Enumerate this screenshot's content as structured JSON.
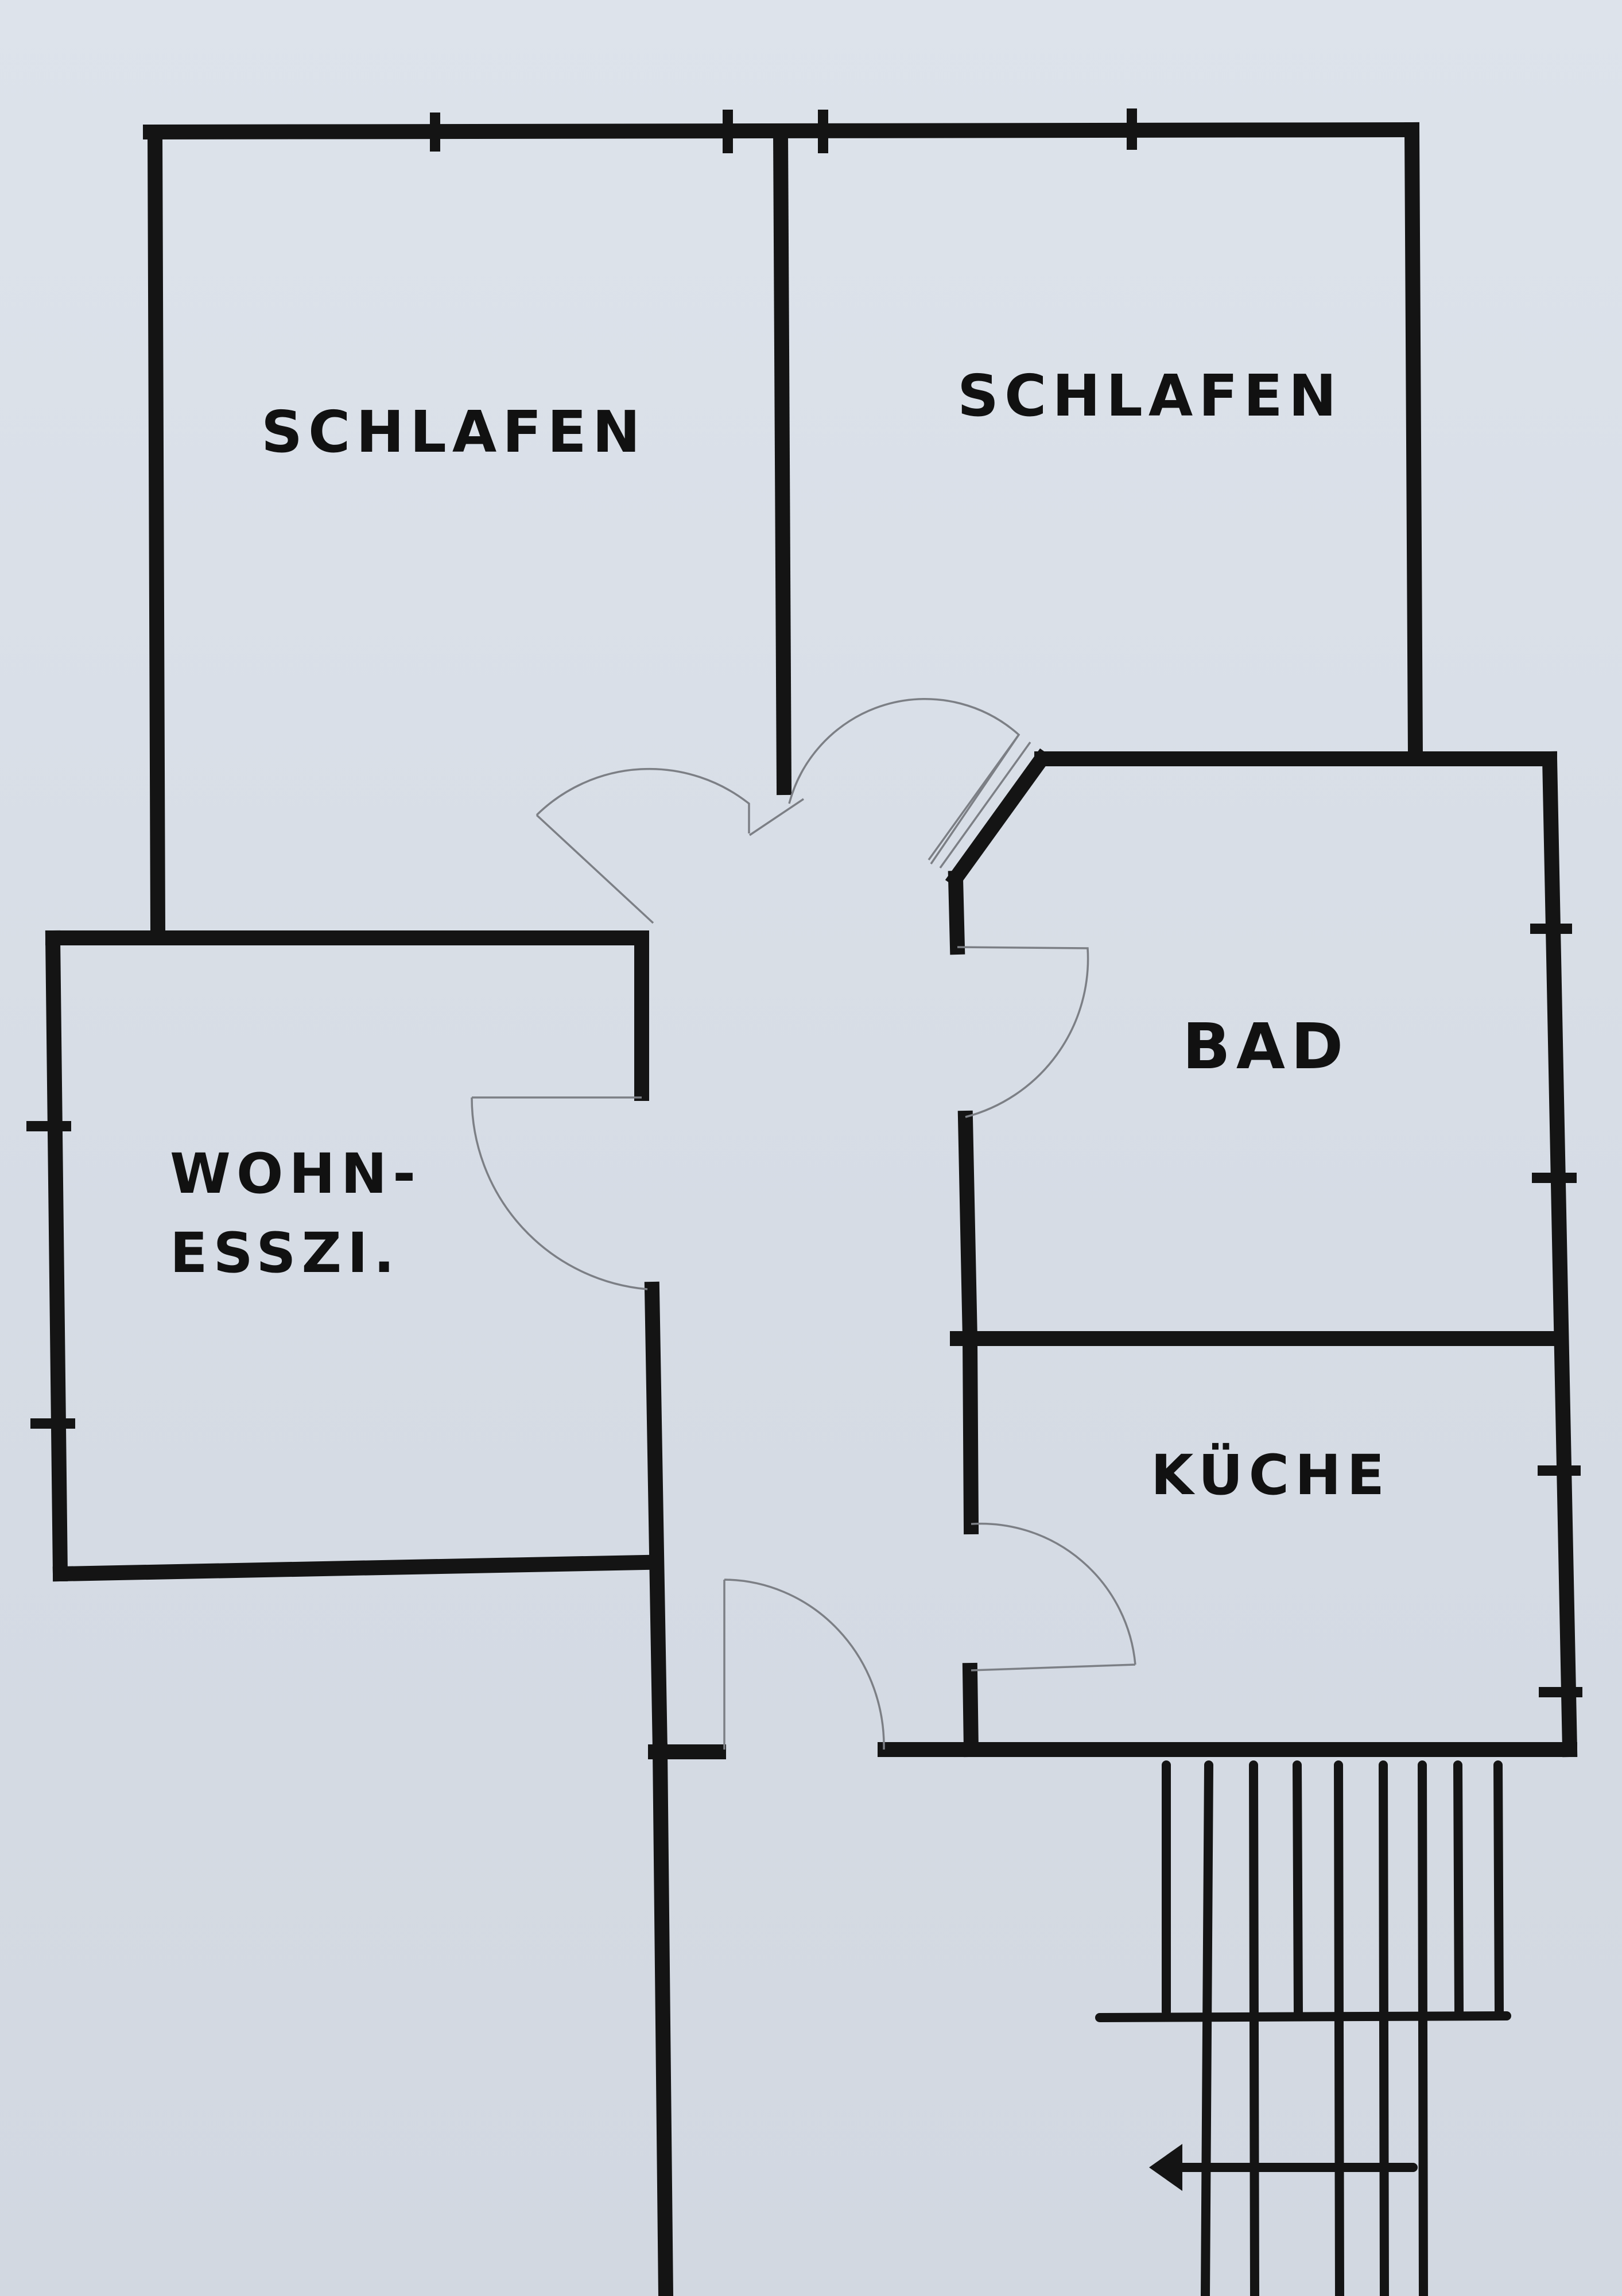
{
  "rooms": {
    "bedroom_left": "SCHLAFEN",
    "bedroom_right": "SCHLAFEN",
    "bathroom": "BAD",
    "living_line1": "WOHN-",
    "living_line2": "ESSZI.",
    "kitchen": "KÜCHE"
  },
  "colors": {
    "paper": "#d9dfe8",
    "ink": "#141414",
    "pencil": "#7c7f85"
  },
  "icons": {
    "stair_arrow": "arrow-left-icon"
  }
}
